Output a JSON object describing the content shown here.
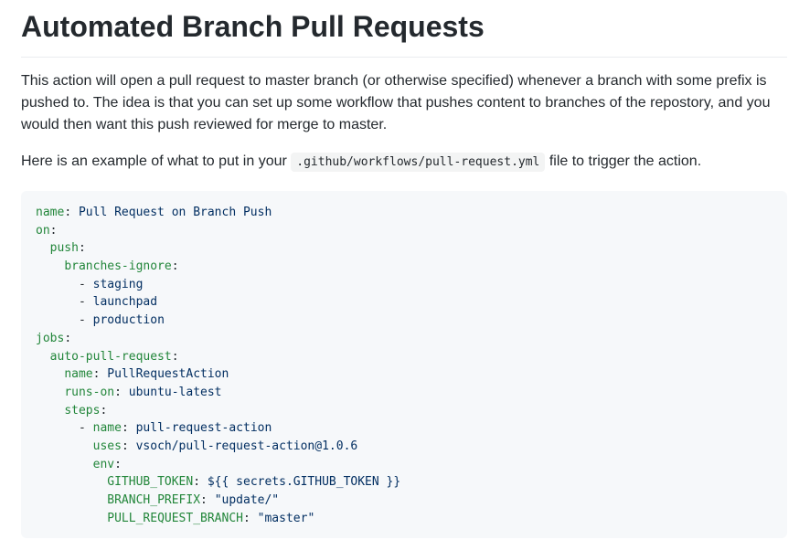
{
  "title": "Automated Branch Pull Requests",
  "intro": "This action will open a pull request to master branch (or otherwise specified) whenever a branch with some prefix is pushed to. The idea is that you can set up some workflow that pushes content to branches of the repostory, and you would then want this push reviewed for merge to master.",
  "example": {
    "before": "Here is an example of what to put in your ",
    "file": ".github/workflows/pull-request.yml",
    "after": " file to trigger the action."
  },
  "code_lines": [
    {
      "indent": "",
      "dash": "",
      "key": "name",
      "value": "Pull Request on Branch Push"
    },
    {
      "indent": "",
      "dash": "",
      "key": "on",
      "value": ""
    },
    {
      "indent": "  ",
      "dash": "",
      "key": "push",
      "value": ""
    },
    {
      "indent": "    ",
      "dash": "",
      "key": "branches-ignore",
      "value": ""
    },
    {
      "indent": "      ",
      "dash": "- ",
      "key": "",
      "value": "staging"
    },
    {
      "indent": "      ",
      "dash": "- ",
      "key": "",
      "value": "launchpad"
    },
    {
      "indent": "      ",
      "dash": "- ",
      "key": "",
      "value": "production"
    },
    {
      "indent": "",
      "dash": "",
      "key": "jobs",
      "value": ""
    },
    {
      "indent": "  ",
      "dash": "",
      "key": "auto-pull-request",
      "value": ""
    },
    {
      "indent": "    ",
      "dash": "",
      "key": "name",
      "value": "PullRequestAction"
    },
    {
      "indent": "    ",
      "dash": "",
      "key": "runs-on",
      "value": "ubuntu-latest"
    },
    {
      "indent": "    ",
      "dash": "",
      "key": "steps",
      "value": ""
    },
    {
      "indent": "      ",
      "dash": "- ",
      "key": "name",
      "value": "pull-request-action"
    },
    {
      "indent": "        ",
      "dash": "",
      "key": "uses",
      "value": "vsoch/pull-request-action@1.0.6"
    },
    {
      "indent": "        ",
      "dash": "",
      "key": "env",
      "value": ""
    },
    {
      "indent": "          ",
      "dash": "",
      "key": "GITHUB_TOKEN",
      "value": "${{ secrets.GITHUB_TOKEN }}"
    },
    {
      "indent": "          ",
      "dash": "",
      "key": "BRANCH_PREFIX",
      "value": "\"update/\""
    },
    {
      "indent": "          ",
      "dash": "",
      "key": "PULL_REQUEST_BRANCH",
      "value": "\"master\""
    }
  ],
  "colors": {
    "key": "#22863a",
    "value": "#032f62",
    "text": "#24292e",
    "code_bg": "#f6f8fa"
  }
}
